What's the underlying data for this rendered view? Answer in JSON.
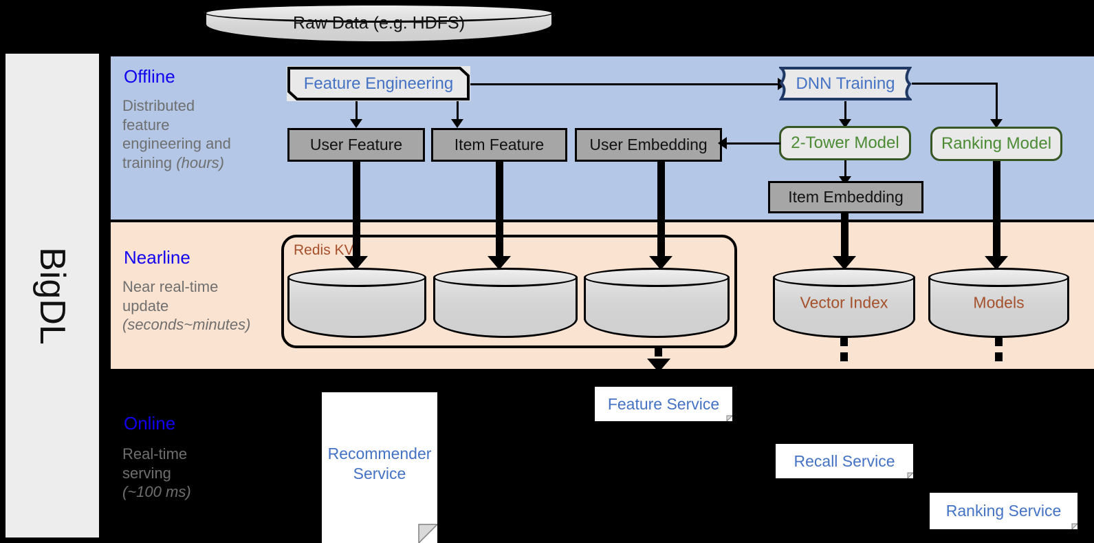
{
  "framework": {
    "label": "BigDL"
  },
  "source": {
    "raw_data_label": "Raw Data (e.g. HDFS)"
  },
  "layers": {
    "offline": {
      "title": "Offline",
      "description_line1": "Distributed",
      "description_line2": "feature",
      "description_line3": "engineering and",
      "description_line4": "training ",
      "description_italic": "(hours)"
    },
    "nearline": {
      "title": "Nearline",
      "description_line1": "Near real-time",
      "description_line2": "update",
      "description_italic": "(seconds~minutes)"
    },
    "online": {
      "title": "Online",
      "description_line1": "Real-time",
      "description_line2": "serving",
      "description_italic": "(~100 ms)"
    }
  },
  "offline_nodes": {
    "feature_engineering": "Feature Engineering",
    "dnn_training": "DNN Training",
    "user_feature": "User Feature",
    "item_feature": "Item Feature",
    "user_embedding": "User Embedding",
    "two_tower_model": "2-Tower Model",
    "ranking_model": "Ranking Model",
    "item_embedding": "Item Embedding"
  },
  "nearline_nodes": {
    "redis_kv_label": "Redis KV",
    "store_user_feature": "",
    "store_item_feature": "",
    "store_user_embedding": "",
    "vector_index": "Vector Index",
    "models": "Models"
  },
  "online_nodes": {
    "recommender_service_line1": "Recommender",
    "recommender_service_line2": "Service",
    "feature_service": "Feature Service",
    "recall_service": "Recall Service",
    "ranking_service": "Ranking Service"
  },
  "colors": {
    "offline_band": "#b4c7e7",
    "nearline_band": "#fbe3d2",
    "online_band": "#000000",
    "layer_title": "#1200f0",
    "layer_desc": "#6f6f6f",
    "process_blue": "#4472c4",
    "model_green": "#4a8b33",
    "store_brown": "#a5502a",
    "grey_box": "#a6a6a6",
    "framework_bar": "#ededed"
  }
}
